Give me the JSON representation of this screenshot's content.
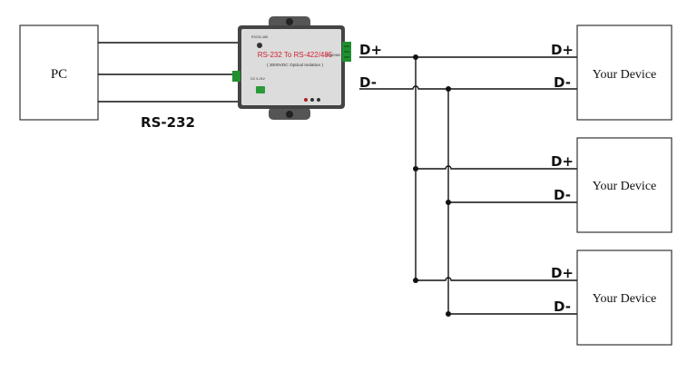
{
  "pc": {
    "label": "PC"
  },
  "link_label": "RS-232",
  "converter": {
    "title": "RS-232 To RS-422/485",
    "subtitle": "( 3000VDC Optical Isolation )",
    "port_left_label": "DC 9-24V",
    "top_left_label": "RS232-485",
    "right_label": "RS422/485",
    "accent_color": "#d02030",
    "plate_color": "#dcdcdc"
  },
  "bus": {
    "d_plus": "D+",
    "d_minus": "D-"
  },
  "devices": [
    {
      "label": "Your Device",
      "d_plus": "D+",
      "d_minus": "D-"
    },
    {
      "label": "Your Device",
      "d_plus": "D+",
      "d_minus": "D-"
    },
    {
      "label": "Your Device",
      "d_plus": "D+",
      "d_minus": "D-"
    }
  ]
}
